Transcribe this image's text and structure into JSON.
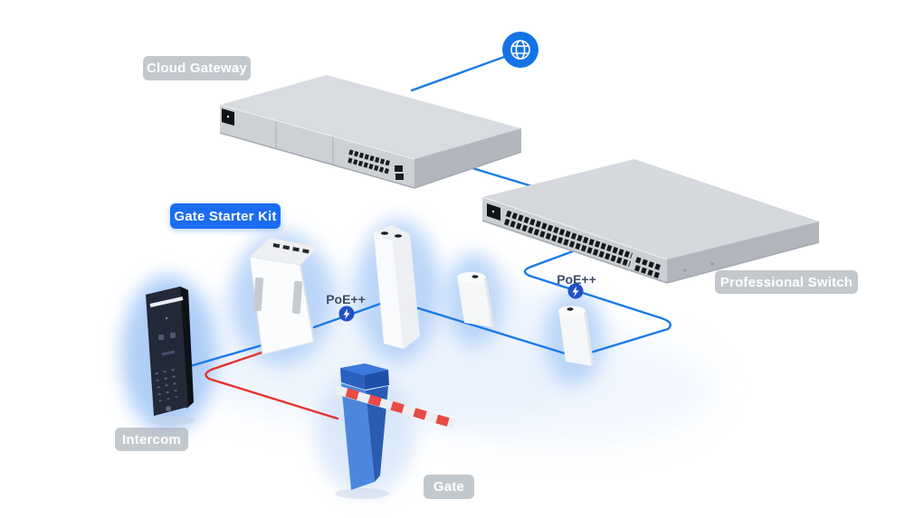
{
  "scene": {
    "title": "UniFi Gate Starter Kit topology diagram",
    "badges": [
      {
        "id": "cloud-gateway",
        "label": "Cloud Gateway",
        "style": "gray"
      },
      {
        "id": "gate-starter-kit",
        "label": "Gate Starter Kit",
        "style": "blue"
      },
      {
        "id": "professional-switch",
        "label": "Professional Switch",
        "style": "gray"
      },
      {
        "id": "intercom",
        "label": "Intercom",
        "style": "gray"
      },
      {
        "id": "gate",
        "label": "Gate",
        "style": "gray"
      }
    ],
    "poe_labels": [
      {
        "text": "PoE++",
        "location": "between gate hub and sensor post"
      },
      {
        "text": "PoE++",
        "location": "between professional switch and sensor post"
      }
    ],
    "icons": {
      "internet": "globe-icon",
      "poe_injector": "lightning-bolt-icon"
    },
    "links": [
      {
        "from": "internet-globe",
        "to": "cloud-gateway",
        "color": "blue"
      },
      {
        "from": "cloud-gateway",
        "to": "professional-switch",
        "color": "blue"
      },
      {
        "from": "professional-switch",
        "to": "sensor-post-right",
        "color": "blue",
        "poe": "PoE++"
      },
      {
        "from": "gate-hub",
        "to": "sensor-posts",
        "color": "blue",
        "poe": "PoE++"
      },
      {
        "from": "gate-hub",
        "to": "intercom",
        "color": "blue"
      },
      {
        "from": "gate-hub",
        "to": "gate-barrier",
        "color": "red"
      }
    ],
    "colors": {
      "link_blue": "#1b79e8",
      "link_red": "#e63230",
      "badge_blue": "#1b6cf0",
      "badge_gray": "#b2b8bf",
      "poe_text": "#3d4c68",
      "globe_blue": "#1474e4",
      "bolt_blue": "#2150c8",
      "rack_device_gray": "#d3d6da",
      "white_device": "#f8f9fb",
      "gate_blue": "#4d87dd"
    }
  }
}
